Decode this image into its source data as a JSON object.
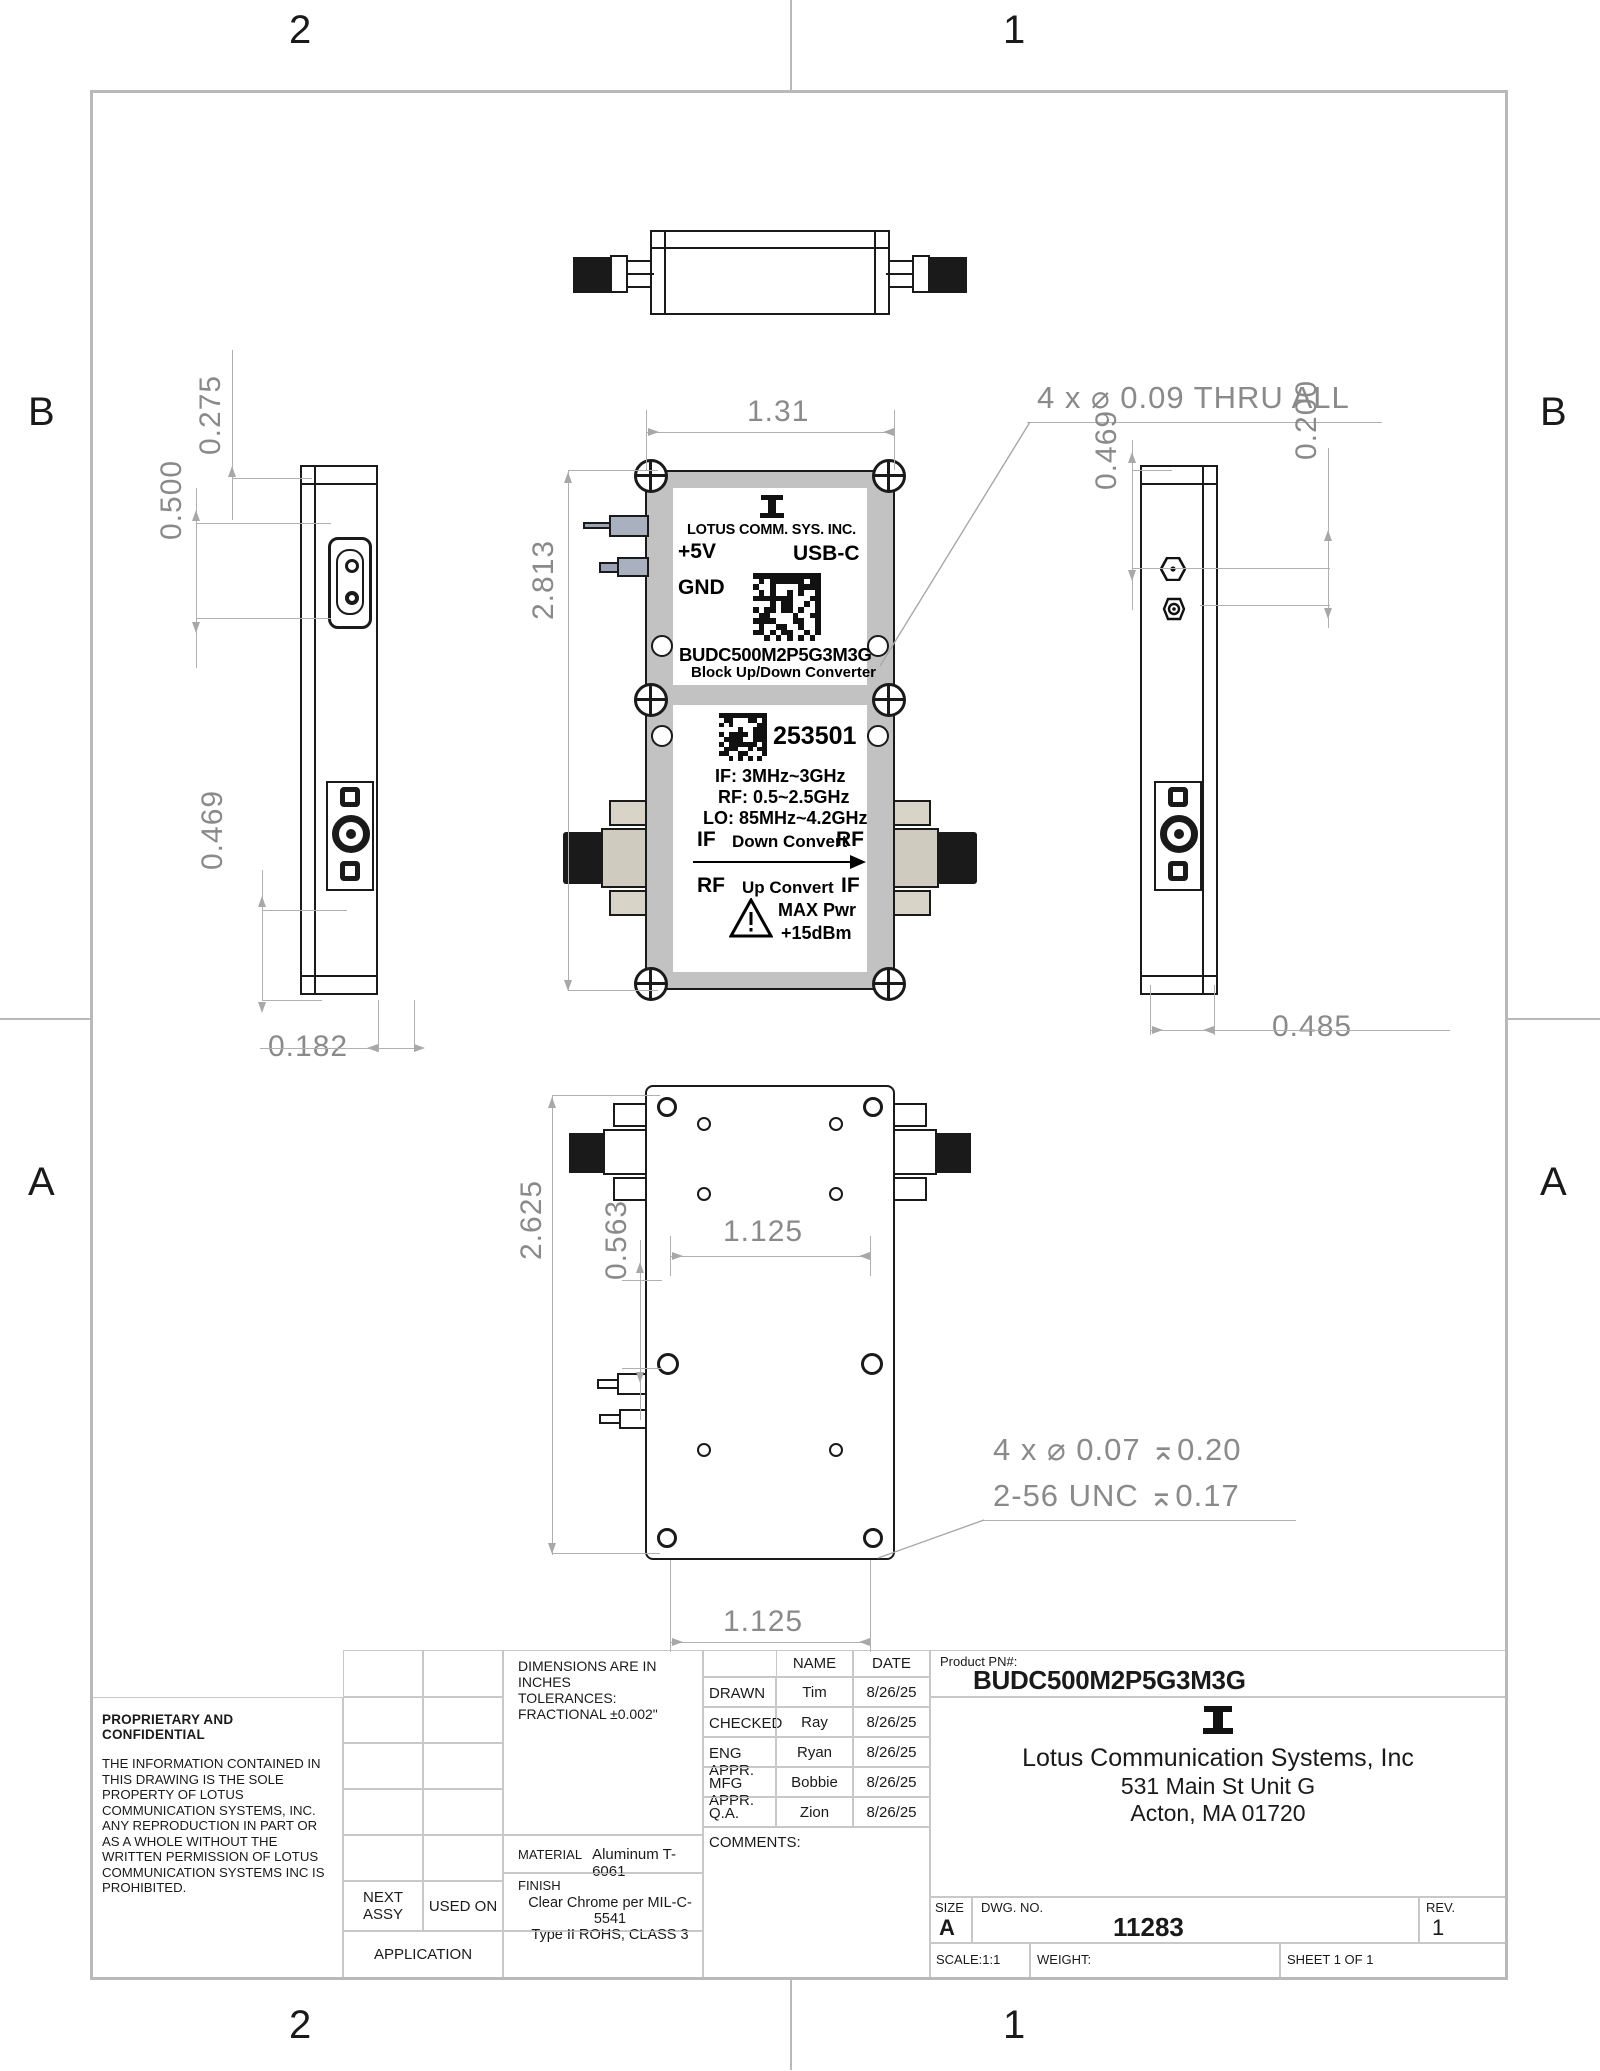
{
  "sheet": {
    "zones_top": [
      "2",
      "1"
    ],
    "zones_bottom": [
      "2",
      "1"
    ],
    "zones_left": [
      "B",
      "A"
    ],
    "zones_right": [
      "B",
      "A"
    ]
  },
  "callouts": {
    "top_right_line1": "4 x ⌀ 0.09 THRU ALL",
    "bottom_right_line1": "4 x ⌀ 0.07 ⌅0.20",
    "bottom_right_line2": "2-56 UNC ⌅0.17"
  },
  "dimensions": {
    "front_width": "1.31",
    "front_height": "2.813",
    "left_top1": "0.275",
    "left_top2": "0.500",
    "left_bottom": "0.469",
    "left_depth": "0.182",
    "right_top": "0.469",
    "right_side": "0.200",
    "right_depth": "0.485",
    "bottom_height": "2.625",
    "bottom_pitch": "0.563",
    "bottom_width_top": "1.125",
    "bottom_width_bot": "1.125"
  },
  "device_label": {
    "company": "LOTUS COMM. SYS. INC.",
    "power": "+5V",
    "usb": "USB-C",
    "gnd": "GND",
    "part_number": "BUDC500M2P5G3M3G",
    "product_name": "Block Up/Down Converter",
    "serial": "253501",
    "spec_if": "IF: 3MHz~3GHz",
    "spec_rf": "RF: 0.5~2.5GHz",
    "spec_lo": "LO: 85MHz~4.2GHz",
    "down_left": "IF",
    "down_mid": "Down Convert",
    "down_right": "RF",
    "up_left": "RF",
    "up_mid": "Up Convert",
    "up_right": "IF",
    "max_pwr": "MAX Pwr",
    "max_pwr_val": "+15dBm"
  },
  "title_block": {
    "proprietary_heading": "PROPRIETARY AND CONFIDENTIAL",
    "proprietary_body": "THE INFORMATION CONTAINED IN THIS DRAWING IS THE SOLE PROPERTY OF LOTUS COMMUNICATION SYSTEMS, INC. ANY REPRODUCTION IN PART OR AS A WHOLE WITHOUT THE WRITTEN PERMISSION OF LOTUS COMMUNICATION SYSTEMS INC IS PROHIBITED.",
    "next_assy": "NEXT ASSY",
    "used_on": "USED ON",
    "application": "APPLICATION",
    "dims_note_1": "DIMENSIONS ARE IN INCHES",
    "dims_note_2": "TOLERANCES:",
    "dims_note_3": "FRACTIONAL ±0.002\"",
    "material_label": "MATERIAL",
    "material_value": "Aluminum T-6061",
    "finish_label": "FINISH",
    "finish_value_1": "Clear Chrome per MIL-C-5541",
    "finish_value_2": "Type II ROHS, CLASS 3",
    "col_name": "NAME",
    "col_date": "DATE",
    "rows": [
      {
        "role": "DRAWN",
        "name": "Tim",
        "date": "8/26/25"
      },
      {
        "role": "CHECKED",
        "name": "Ray",
        "date": "8/26/25"
      },
      {
        "role": "ENG APPR.",
        "name": "Ryan",
        "date": "8/26/25"
      },
      {
        "role": "MFG APPR.",
        "name": "Bobbie",
        "date": "8/26/25"
      },
      {
        "role": "Q.A.",
        "name": "Zion",
        "date": "8/26/25"
      }
    ],
    "comments_label": "COMMENTS:",
    "product_pn_label": "Product PN#:",
    "product_pn_value": "BUDC500M2P5G3M3G",
    "company_name": "Lotus Communication Systems, Inc",
    "company_addr1": "531 Main St Unit G",
    "company_addr2": "Acton, MA 01720",
    "size_label": "SIZE",
    "size_value": "A",
    "dwg_no_label": "DWG. NO.",
    "dwg_no_value": "11283",
    "rev_label": "REV.",
    "rev_value": "1",
    "scale": "SCALE:1:1",
    "weight": "WEIGHT:",
    "sheet": "SHEET 1 OF 1"
  }
}
